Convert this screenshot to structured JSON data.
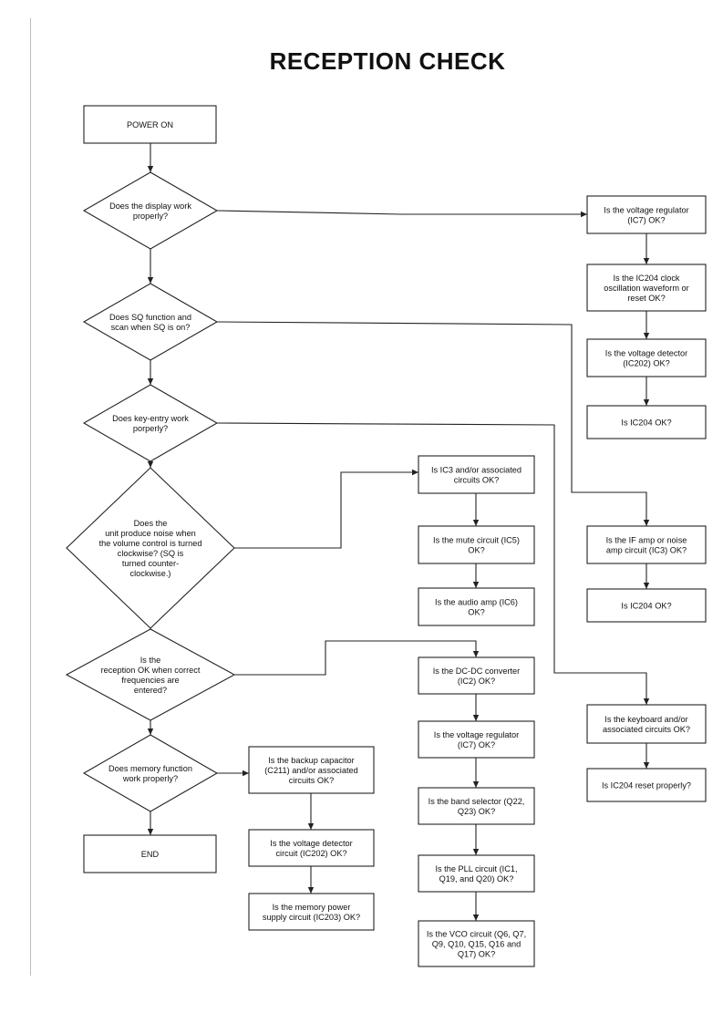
{
  "title": "RECEPTION CHECK",
  "nodes": {
    "power_on": [
      "POWER ON"
    ],
    "q_display": [
      "Does the display work",
      "properly?"
    ],
    "q_sq": [
      "Does SQ function and",
      "scan when SQ is on?"
    ],
    "q_key": [
      "Does key-entry work",
      "porperly?"
    ],
    "q_noise": [
      "Does the",
      "unit produce noise when",
      "the volume control is turned",
      "clockwise? (SQ is",
      "turned counter-",
      "clockwise.)"
    ],
    "q_reception": [
      "Is the",
      "reception OK when correct",
      "frequencies are",
      "entered?"
    ],
    "q_memory": [
      "Does memory function",
      "work properly?"
    ],
    "end": [
      "END"
    ],
    "c_vreg1": [
      "Is the voltage regulator",
      "(IC7) OK?"
    ],
    "c_clock": [
      "Is the IC204 clock",
      "oscillation waveform or",
      "reset OK?"
    ],
    "c_vdet1": [
      "Is the voltage detector",
      "(IC202) OK?"
    ],
    "c_ic204a": [
      "Is IC204 OK?"
    ],
    "c_ic3": [
      "Is IC3 and/or associated",
      "circuits OK?"
    ],
    "c_mute": [
      "Is the mute circuit (IC5)",
      "OK?"
    ],
    "c_audio": [
      "Is the audio amp (IC6)",
      "OK?"
    ],
    "c_ifamp": [
      "Is the IF amp or noise",
      "amp circuit (IC3) OK?"
    ],
    "c_ic204b": [
      "Is IC204 OK?"
    ],
    "c_dcdc": [
      "Is the DC-DC converter",
      "(IC2) OK?"
    ],
    "c_vreg2": [
      "Is the voltage regulator",
      "(IC7) OK?"
    ],
    "c_band": [
      "Is the band selector (Q22,",
      "Q23) OK?"
    ],
    "c_pll": [
      "Is the PLL circuit (IC1,",
      "Q19, and Q20) OK?"
    ],
    "c_vco": [
      "Is the VCO circuit (Q6, Q7,",
      "Q9, Q10, Q15, Q16 and",
      "Q17) OK?"
    ],
    "c_keyboard": [
      "Is the keyboard and/or",
      "associated circuits OK?"
    ],
    "c_ic204reset": [
      "Is IC204 reset properly?"
    ],
    "c_backup": [
      "Is the backup capacitor",
      "(C211) and/or associated",
      "circuits OK?"
    ],
    "c_vdet2": [
      "Is the voltage detector",
      "circuit (IC202) OK?"
    ],
    "c_mempower": [
      "Is the memory power",
      "supply circuit (IC203) OK?"
    ]
  },
  "edges": [
    [
      "power_on",
      "q_display"
    ],
    [
      "q_display",
      "q_sq"
    ],
    [
      "q_sq",
      "q_key"
    ],
    [
      "q_key",
      "q_noise"
    ],
    [
      "q_noise",
      "q_reception"
    ],
    [
      "q_reception",
      "q_memory"
    ],
    [
      "q_memory",
      "end"
    ],
    [
      "q_display",
      "c_vreg1"
    ],
    [
      "c_vreg1",
      "c_clock"
    ],
    [
      "c_clock",
      "c_vdet1"
    ],
    [
      "c_vdet1",
      "c_ic204a"
    ],
    [
      "q_sq",
      "c_ifamp"
    ],
    [
      "c_ifamp",
      "c_ic204b"
    ],
    [
      "q_key",
      "c_keyboard"
    ],
    [
      "c_keyboard",
      "c_ic204reset"
    ],
    [
      "q_noise",
      "c_ic3"
    ],
    [
      "c_ic3",
      "c_mute"
    ],
    [
      "c_mute",
      "c_audio"
    ],
    [
      "q_reception",
      "c_dcdc"
    ],
    [
      "c_dcdc",
      "c_vreg2"
    ],
    [
      "c_vreg2",
      "c_band"
    ],
    [
      "c_band",
      "c_pll"
    ],
    [
      "c_pll",
      "c_vco"
    ],
    [
      "q_memory",
      "c_backup"
    ],
    [
      "c_backup",
      "c_vdet2"
    ],
    [
      "c_vdet2",
      "c_mempower"
    ]
  ]
}
